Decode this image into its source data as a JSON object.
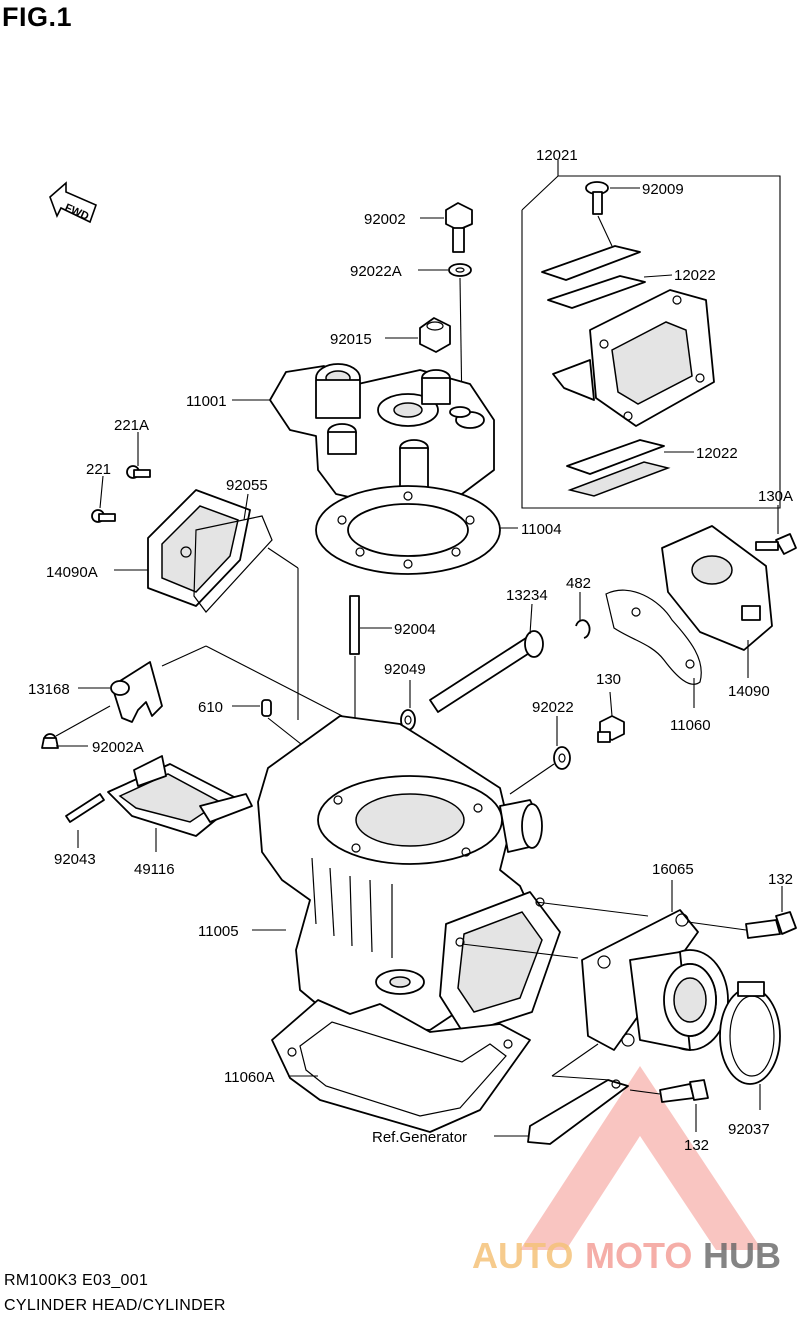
{
  "figure": {
    "title": "FIG.1"
  },
  "footer": {
    "model_code": "RM100K3 E03_001",
    "section_title": "CYLINDER HEAD/CYLINDER"
  },
  "direction_marker": {
    "text": "FWD"
  },
  "watermark": {
    "brand_auto": "AUTO",
    "brand_moto": "MOTO",
    "brand_hub": "HUB"
  },
  "labels": {
    "p12021": "12021",
    "p92009": "92009",
    "p92002": "92002",
    "p92022A": "92022A",
    "p12022_top": "12022",
    "p92015": "92015",
    "p11001": "11001",
    "p221A": "221A",
    "p221": "221",
    "p92055": "92055",
    "p12022_bottom": "12022",
    "p130A": "130A",
    "p11004": "11004",
    "p14090A": "14090A",
    "p13234": "13234",
    "p482": "482",
    "p92004": "92004",
    "p92049": "92049",
    "p13168": "13168",
    "p130": "130",
    "p14090": "14090",
    "p610": "610",
    "p92022": "92022",
    "p11060": "11060",
    "p92002A": "92002A",
    "p92043": "92043",
    "p49116": "49116",
    "p16065": "16065",
    "p132_right": "132",
    "p11005": "11005",
    "p11060A": "11060A",
    "pRefGen": "Ref.Generator",
    "p132_bottom": "132",
    "p92037": "92037"
  },
  "colors": {
    "line": "#000000",
    "watermark_red": "#f4a09a",
    "watermark_gold": "#f5c27a",
    "watermark_dark": "#555555"
  }
}
